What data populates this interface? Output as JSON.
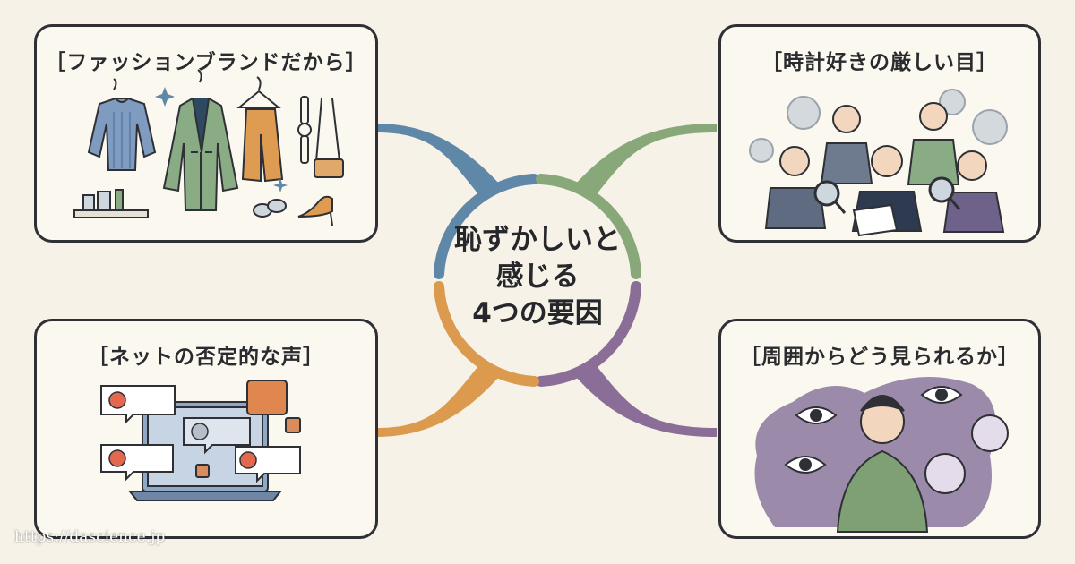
{
  "center": {
    "line1": "恥ずかしいと",
    "line2": "感じる",
    "line3": "4つの要因"
  },
  "cards": {
    "top_left": {
      "title": "［ファッションブランドだから］"
    },
    "top_right": {
      "title": "［時計好きの厳しい目］"
    },
    "bottom_left": {
      "title": "［ネットの否定的な声］"
    },
    "bottom_right": {
      "title": "［周囲からどう見られるか］"
    }
  },
  "colors": {
    "blue": "#5f87a8",
    "green": "#88a87a",
    "orange": "#dc9a4e",
    "purple": "#8b6e97",
    "border": "#2e3035",
    "background": "#f7f2e7"
  },
  "watermark": "https://dascience.jp"
}
